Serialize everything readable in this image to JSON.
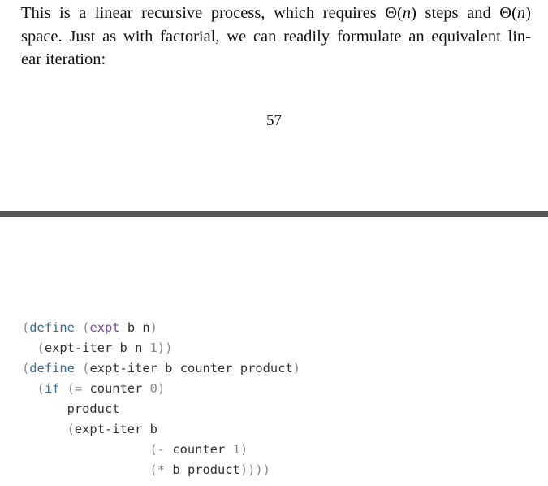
{
  "paragraph": {
    "line1": "This is a linear recursive process, which requires Θ(n) steps and Θ(n)",
    "line2": "space. Just as with factorial, we can readily formulate an equivalent lin-",
    "line3": "ear iteration:"
  },
  "page_number": "57",
  "code": {
    "lines": [
      "(define (expt b n)",
      "  (expt-iter b n 1))",
      "(define (expt-iter b counter product)",
      "  (if (= counter 0)",
      "      product",
      "      (expt-iter b",
      "                 (- counter 1)",
      "                 (* b product))))"
    ]
  }
}
